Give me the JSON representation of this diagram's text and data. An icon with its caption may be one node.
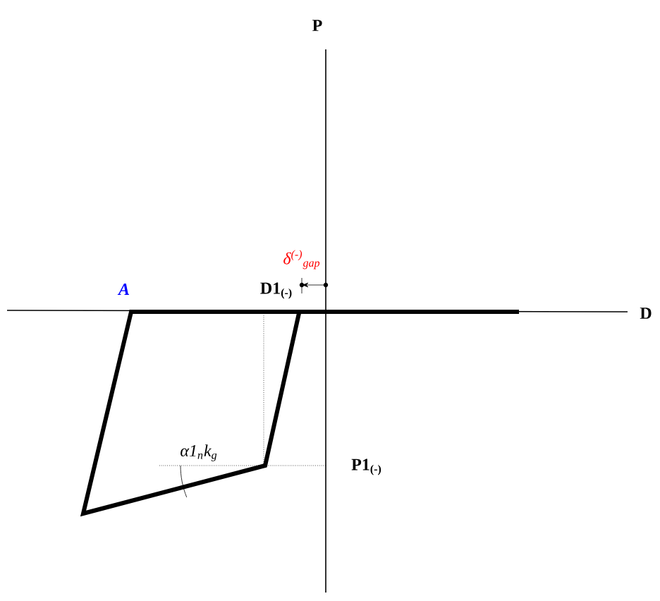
{
  "diagram": {
    "labels": [
      "P",
      "δ$^{(-)}$$_{gap}$",
      "A",
      "D1$_{(-)}$",
      "D",
      "α1$_{n}$k$_{g}$",
      "P1$_{(-)}$"
    ]
  }
}
